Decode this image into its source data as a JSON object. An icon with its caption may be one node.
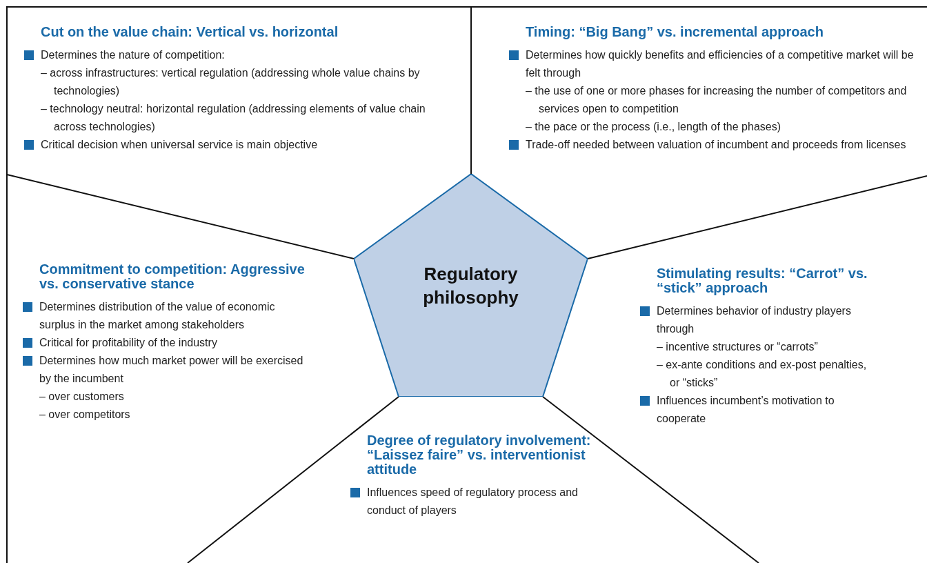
{
  "diagram": {
    "nodes": [
      {
        "text": [
          "Cut on the value chain: Vertical vs. horizontal",
          "Determines the nature of competition:",
          "– across infrastructures: vertical regulation (addressing whole value chains by technologies)",
          "– technology neutral: horizontal regulation (addressing elements of value chain across technologies)",
          "Critical decision when universal service is main objective"
        ]
      },
      {
        "text": [
          "Timing: “Big Bang” vs. incremental approach",
          "Determines how quickly benefits and efficiencies of a competitive market will be felt through",
          "– the use of one or more phases for increasing the number of competitors and services open to competition",
          "– the pace or the process (i.e., length of the phases)",
          "Trade-off needed between valuation of incumbent and proceeds from licenses"
        ]
      },
      {
        "text": [
          "Commitment to competition: Aggressive vs. conservative stance",
          "Determines distribution of the value of economic surplus in the market among stakeholders",
          "Critical for profitability of the industry",
          "Determines how much market power will be exercised by the incumbent",
          "– over customers",
          "– over competitors"
        ]
      },
      {
        "text": [
          "Regulatory philosophy"
        ]
      },
      {
        "text": [
          "Stimulating results: “Carrot” vs. “stick” approach",
          "Determines behavior of industry players through",
          "– incentive structures or “carrots”",
          "– ex-ante conditions and ex-post penalties, or “sticks”",
          "Influences incumbent’s motivation to cooperate"
        ]
      },
      {
        "text": [
          "Degree of regulatory involvement: “Laissez faire” vs. interventionist attitude",
          "Influences speed of regulatory process and conduct of players"
        ]
      }
    ]
  }
}
